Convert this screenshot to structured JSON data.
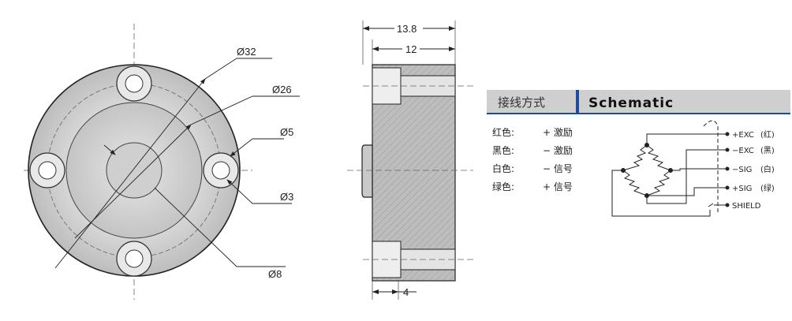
{
  "front_view": {
    "dims": {
      "d32": "Ø32",
      "d26": "Ø26",
      "d5": "Ø5",
      "d3": "Ø3",
      "d8": "Ø8"
    }
  },
  "side_view": {
    "dims": {
      "total_width": "13.8",
      "body_width": "12",
      "boss": "4"
    }
  },
  "schematic": {
    "header_cn": "接线方式",
    "header_en": "Schematic",
    "legend": [
      {
        "color": "红色:",
        "desc": "+ 激励"
      },
      {
        "color": "黑色:",
        "desc": "− 激励"
      },
      {
        "color": "白色:",
        "desc": "− 信号"
      },
      {
        "color": "绿色:",
        "desc": "+ 信号"
      }
    ],
    "terminals": [
      {
        "label": "+EXC",
        "note": "(红)"
      },
      {
        "label": "−EXC",
        "note": "(黑)"
      },
      {
        "label": "−SIG",
        "note": "(白)"
      },
      {
        "label": "+SIG",
        "note": "(绿)"
      },
      {
        "label": "SHIELD",
        "note": ""
      }
    ]
  }
}
